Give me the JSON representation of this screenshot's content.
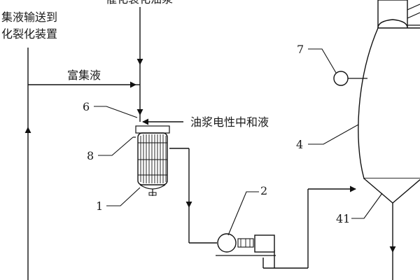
{
  "flow_labels": {
    "slurry_feed": "催化裂化油浆",
    "rich_liquid_line1": "集液输送到",
    "rich_liquid_line2": "化裂化装置",
    "rich_liquid": "富集液",
    "neutralizer": "油浆电性中和液"
  },
  "callouts": {
    "n1": "1",
    "n2": "2",
    "n4": "4",
    "n6": "6",
    "n7": "7",
    "n8": "8",
    "n41": "41"
  }
}
